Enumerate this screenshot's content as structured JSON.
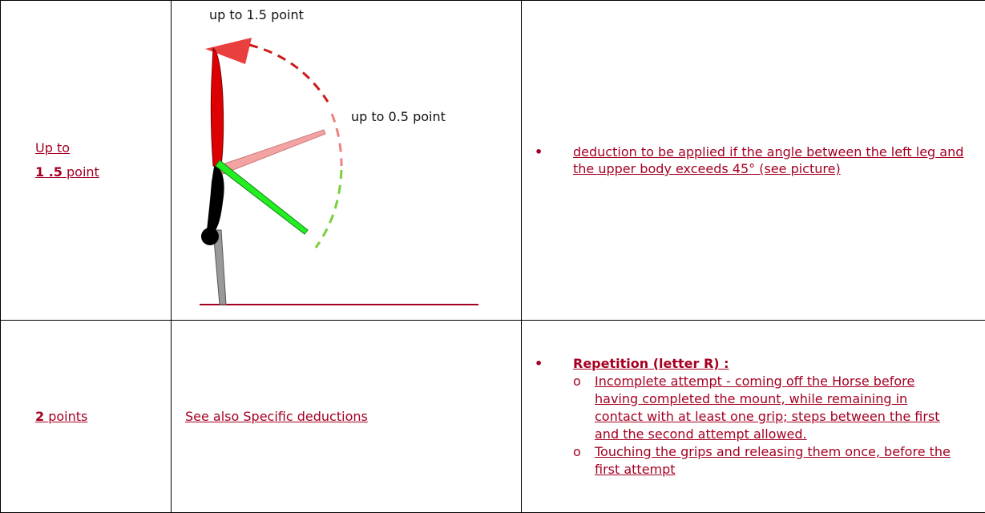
{
  "row1": {
    "amount_line1": "Up to",
    "amount_num": "1 .5",
    "amount_unit": "point",
    "label_top": "up to 1.5 point",
    "label_mid": "up to 0.5 point",
    "bullet": "•",
    "text": "deduction to be applied if the angle between the left leg and the upper body exceeds 45° (see picture)"
  },
  "row2": {
    "amount_num": "2",
    "amount_unit": "points",
    "see_also": "See also Specific deductions",
    "bullet": "•",
    "title": "Repetition (letter R) :",
    "sub_marker": "o",
    "items": [
      "Incomplete attempt - coming off the Horse before having completed the mount, while remaining in contact with at least one grip; steps between the first and the second attempt allowed.",
      "Touching the grips and releasing them once, before the first attempt"
    ]
  },
  "colors": {
    "text_red": "#a50021",
    "leg_up": "#dd0000",
    "leg_mid": "#f4a3a3",
    "leg_low": "#22ee22",
    "body": "#000000",
    "arm": "#999999"
  }
}
